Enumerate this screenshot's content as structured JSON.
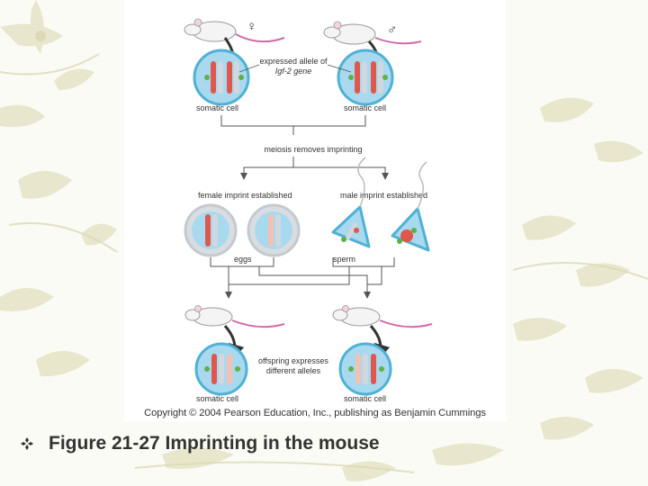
{
  "slide": {
    "caption": "Figure 21-27 Imprinting in the mouse",
    "bullet_icon": "four-diamond-bullet-icon"
  },
  "figure": {
    "female_symbol": "♀",
    "male_symbol": "♂",
    "expressed_allele_label": "expressed allele of",
    "gene_label": "Igf-2 gene",
    "somatic_cell_label": "somatic cell",
    "meiosis_label": "meiosis removes imprinting",
    "female_imprint_label": "female imprint established",
    "male_imprint_label": "male imprint established",
    "eggs_label": "eggs",
    "sperm_label": "sperm",
    "offspring_label_line1": "offspring expresses",
    "offspring_label_line2": "different alleles",
    "copyright": "Copyright © 2004 Pearson Education, Inc., publishing as Benjamin Cummings"
  },
  "colors": {
    "cell_fill": "#a9d9ee",
    "cell_border": "#4fb1d4",
    "allele_red": "#e0574b",
    "allele_green": "#5fb04b",
    "mouse_tail": "#d36aa8"
  }
}
